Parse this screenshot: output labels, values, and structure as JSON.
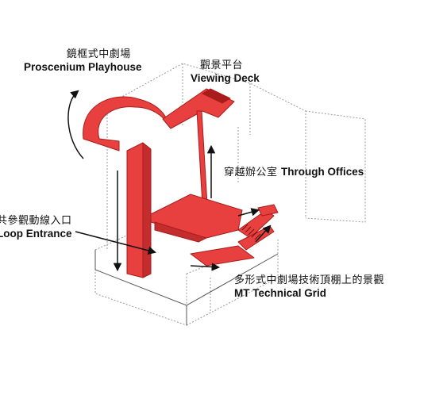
{
  "colors": {
    "accent": "#e8403f",
    "accent_dark": "#a81c1c",
    "outline": "#9a9a9a",
    "text": "#111111"
  },
  "labels": {
    "proscenium": {
      "zh": "鏡框式中劇場",
      "en": "Proscenium Playhouse"
    },
    "viewing_deck": {
      "zh": "觀景平台",
      "en": "Viewing Deck"
    },
    "through_offices": {
      "zh": "穿越辦公室",
      "en": "Through Offices"
    },
    "loop_entrance": {
      "zh": "共參觀動線入口",
      "en": "Loop Entrance"
    },
    "mt_grid": {
      "zh": "多形式中劇場技術頂棚上的景觀",
      "en": "MT Technical Grid"
    }
  }
}
